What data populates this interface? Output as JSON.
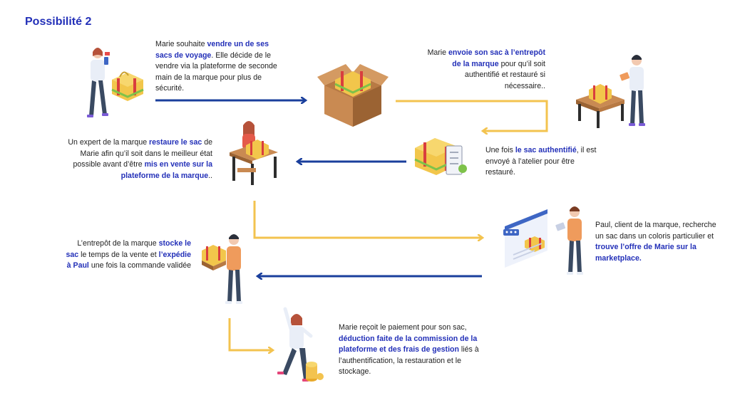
{
  "title": "Possibilité 2",
  "colors": {
    "blue": "#1a3f9c",
    "yellow": "#f3c34f",
    "accent_text": "#2330b8"
  },
  "steps": {
    "s1": {
      "t1": "Marie souhaite ",
      "b1": "vendre un de ses sacs de voyage",
      "t2": ". Elle décide de le vendre via la plateforme de seconde main de la marque pour plus de sécurité."
    },
    "s2": {
      "t1": "Marie ",
      "b1": "envoie son sac à l’entrepôt de la marque",
      "t2": " pour qu’il soit authentifié et restauré si nécessaire.."
    },
    "s3": {
      "t1": "Une fois ",
      "b1": "le sac authentifié",
      "t2": ", il est envoyé à l’atelier pour être restauré."
    },
    "s4": {
      "t1": "Un expert de la marque ",
      "b1": "restaure le sac",
      "t2": " de Marie afin qu’il soit dans le meilleur état possible avant d’être ",
      "b2": "mis en vente sur la plateforme de la marque",
      "t3": ".."
    },
    "s5": {
      "t1": "Paul, client de la marque, recherche un sac dans un coloris particulier et ",
      "b1": "trouve l’offre de Marie sur la marketplace."
    },
    "s6": {
      "t1": "L’entrepôt de la marque ",
      "b1": "stocke le sac",
      "t2": " le temps de la vente et ",
      "b2": "l’expédie à Paul",
      "t3": " une fois la commande validée"
    },
    "s7": {
      "t1": "Marie reçoit le paiement pour son sac, ",
      "b1": "déduction faite de la commission de la plateforme et des frais de gestion",
      "t2": " liés à l’authentification, la restauration et le stockage."
    }
  },
  "icons": [
    "person-woman-phone-icon",
    "bag-icon",
    "open-box-icon",
    "person-man-tablet-icon",
    "bag-on-table-icon",
    "bag-checklist-icon",
    "woman-workbench-icon",
    "marketplace-screen-icon",
    "man-bag-icon",
    "woman-coins-icon"
  ]
}
